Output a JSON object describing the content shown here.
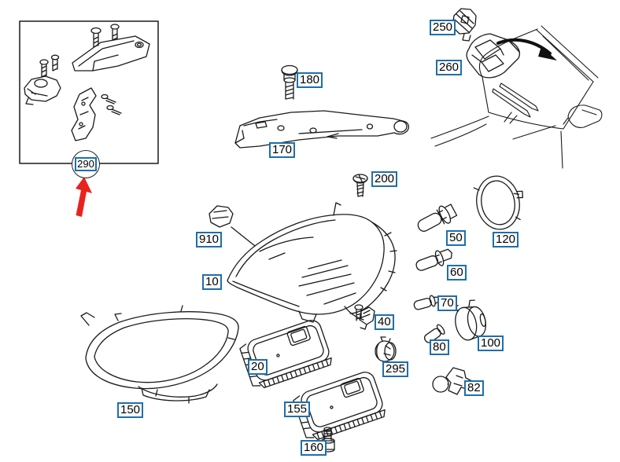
{
  "colors": {
    "label_border": "#1d6fad",
    "line_art": "#1a1a1a",
    "red_arrow": "#e8231d",
    "black_arrow": "#111111",
    "background": "#ffffff"
  },
  "labels": {
    "290": {
      "text": "290"
    },
    "250": {
      "text": "250"
    },
    "260": {
      "text": "260"
    },
    "180": {
      "text": "180"
    },
    "170": {
      "text": "170"
    },
    "200": {
      "text": "200"
    },
    "910": {
      "text": "910"
    },
    "10": {
      "text": "10"
    },
    "50": {
      "text": "50"
    },
    "120": {
      "text": "120"
    },
    "60": {
      "text": "60"
    },
    "70": {
      "text": "70"
    },
    "100": {
      "text": "100"
    },
    "80": {
      "text": "80"
    },
    "82": {
      "text": "82"
    },
    "40": {
      "text": "40"
    },
    "295": {
      "text": "295"
    },
    "20": {
      "text": "20"
    },
    "155": {
      "text": "155"
    },
    "150": {
      "text": "150"
    },
    "160": {
      "text": "160"
    }
  }
}
